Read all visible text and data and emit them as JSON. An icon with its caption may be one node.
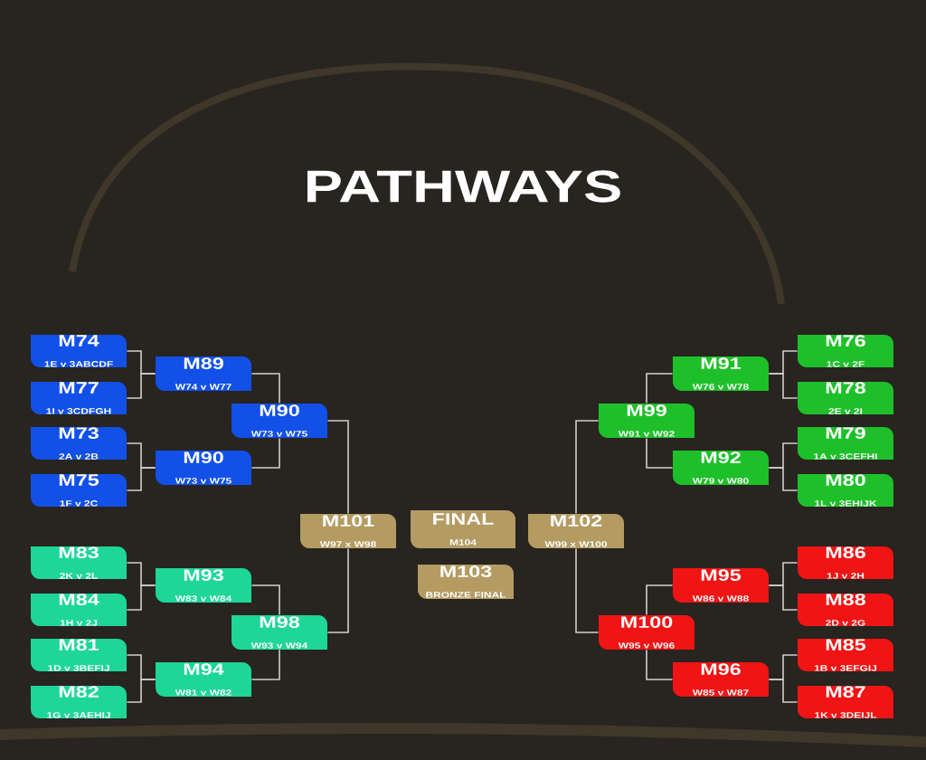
{
  "diagram": {
    "title": "PATHWAYS",
    "nodes": [
      {
        "text": [
          "M74",
          "1E v 3ABCDF"
        ]
      },
      {
        "text": [
          "M77",
          "1I v 3CDFGH"
        ]
      },
      {
        "text": [
          "M73",
          "2A v 2B"
        ]
      },
      {
        "text": [
          "M75",
          "1F v 2C"
        ]
      },
      {
        "text": [
          "M89",
          "W74 v W77"
        ]
      },
      {
        "text": [
          "M90",
          "W73 v W75"
        ]
      },
      {
        "text": [
          "M90",
          "W73 v W75"
        ]
      },
      {
        "text": [
          "M83",
          "2K v 2L"
        ]
      },
      {
        "text": [
          "M84",
          "1H v 2J"
        ]
      },
      {
        "text": [
          "M81",
          "1D v 3BEFIJ"
        ]
      },
      {
        "text": [
          "M82",
          "1G v 3AEHIJ"
        ]
      },
      {
        "text": [
          "M93",
          "W83 v W84"
        ]
      },
      {
        "text": [
          "M94",
          "W81 v W82"
        ]
      },
      {
        "text": [
          "M98",
          "W93 v W94"
        ]
      },
      {
        "text": [
          "M101",
          "W97 x W98"
        ]
      },
      {
        "text": [
          "FINAL",
          "M104"
        ]
      },
      {
        "text": [
          "M102",
          "W99 x W100"
        ]
      },
      {
        "text": [
          "M103",
          "BRONZE FINAL"
        ]
      },
      {
        "text": [
          "M76",
          "1C v 2F"
        ]
      },
      {
        "text": [
          "M78",
          "2E v 2I"
        ]
      },
      {
        "text": [
          "M79",
          "1A v 3CEFHI"
        ]
      },
      {
        "text": [
          "M80",
          "1L v 3EHIJK"
        ]
      },
      {
        "text": [
          "M91",
          "W76 v W78"
        ]
      },
      {
        "text": [
          "M92",
          "W79 v W80"
        ]
      },
      {
        "text": [
          "M99",
          "W91 v W92"
        ]
      },
      {
        "text": [
          "M86",
          "1J v 2H"
        ]
      },
      {
        "text": [
          "M88",
          "2D v 2G"
        ]
      },
      {
        "text": [
          "M85",
          "1B v 3EFGIJ"
        ]
      },
      {
        "text": [
          "M87",
          "1K v 3DEIJL"
        ]
      },
      {
        "text": [
          "M95",
          "W86 v W88"
        ]
      },
      {
        "text": [
          "M96",
          "W85 v W87"
        ]
      },
      {
        "text": [
          "M100",
          "W95 v W96"
        ]
      }
    ],
    "edges": [
      {
        "from": 0,
        "to": 4,
        "arrow": "none"
      },
      {
        "from": 1,
        "to": 4,
        "arrow": "none"
      },
      {
        "from": 2,
        "to": 5,
        "arrow": "none"
      },
      {
        "from": 3,
        "to": 5,
        "arrow": "none"
      },
      {
        "from": 4,
        "to": 6,
        "arrow": "none"
      },
      {
        "from": 5,
        "to": 6,
        "arrow": "none"
      },
      {
        "from": 6,
        "to": 14,
        "arrow": "none"
      },
      {
        "from": 7,
        "to": 11,
        "arrow": "none"
      },
      {
        "from": 8,
        "to": 11,
        "arrow": "none"
      },
      {
        "from": 9,
        "to": 12,
        "arrow": "none"
      },
      {
        "from": 10,
        "to": 12,
        "arrow": "none"
      },
      {
        "from": 11,
        "to": 13,
        "arrow": "none"
      },
      {
        "from": 12,
        "to": 13,
        "arrow": "none"
      },
      {
        "from": 13,
        "to": 14,
        "arrow": "none"
      },
      {
        "from": 18,
        "to": 22,
        "arrow": "none"
      },
      {
        "from": 19,
        "to": 22,
        "arrow": "none"
      },
      {
        "from": 20,
        "to": 23,
        "arrow": "none"
      },
      {
        "from": 21,
        "to": 23,
        "arrow": "none"
      },
      {
        "from": 22,
        "to": 24,
        "arrow": "none"
      },
      {
        "from": 23,
        "to": 24,
        "arrow": "none"
      },
      {
        "from": 24,
        "to": 16,
        "arrow": "none"
      },
      {
        "from": 25,
        "to": 29,
        "arrow": "none"
      },
      {
        "from": 26,
        "to": 29,
        "arrow": "none"
      },
      {
        "from": 27,
        "to": 30,
        "arrow": "none"
      },
      {
        "from": 28,
        "to": 30,
        "arrow": "none"
      },
      {
        "from": 29,
        "to": 31,
        "arrow": "none"
      },
      {
        "from": 30,
        "to": 31,
        "arrow": "none"
      },
      {
        "from": 31,
        "to": 16,
        "arrow": "none"
      }
    ]
  }
}
